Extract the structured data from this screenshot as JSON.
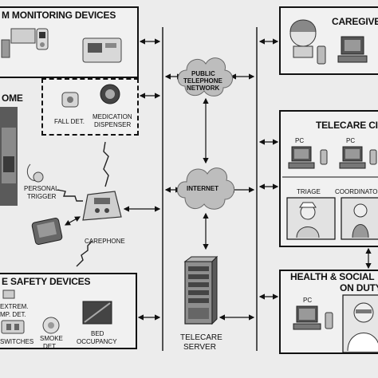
{
  "panels": {
    "monitoring": {
      "title": "M MONITORING DEVICES"
    },
    "home": {
      "title": "OME"
    },
    "safety": {
      "title": "E SAFETY DEVICES"
    },
    "caregiver": {
      "title": "CAREGIVE"
    },
    "telecare_center": {
      "title": "TELECARE CI"
    },
    "health_social": {
      "title_line1": "HEALTH & SOCIAL",
      "title_line2": "ON DUTY"
    }
  },
  "devices": {
    "fall_det": "FALL DET.",
    "medication_line1": "MEDICATION",
    "medication_line2": "DISPENSER",
    "personal_line1": "PERSONAL",
    "personal_line2": "TRIGGER",
    "carephone": "CAREPHONE",
    "extrem_line1": "EXTREM.",
    "extrem_line2": "MP. DET.",
    "switches": "SWITCHES",
    "smoke_line1": "SMOKE",
    "smoke_line2": "DET.",
    "bed_line1": "BED",
    "bed_line2": "OCCUPANCY"
  },
  "network": {
    "pstn_line1": "PUBLIC",
    "pstn_line2": "TELEPHONE",
    "pstn_line3": "NETWORK",
    "internet": "INTERNET",
    "server_line1": "TELECARE",
    "server_line2": "SERVER"
  },
  "center": {
    "pc1": "PC",
    "pc2": "PC",
    "triage": "TRIAGE",
    "coordinator": "COORDINATO",
    "pc3": "PC"
  }
}
